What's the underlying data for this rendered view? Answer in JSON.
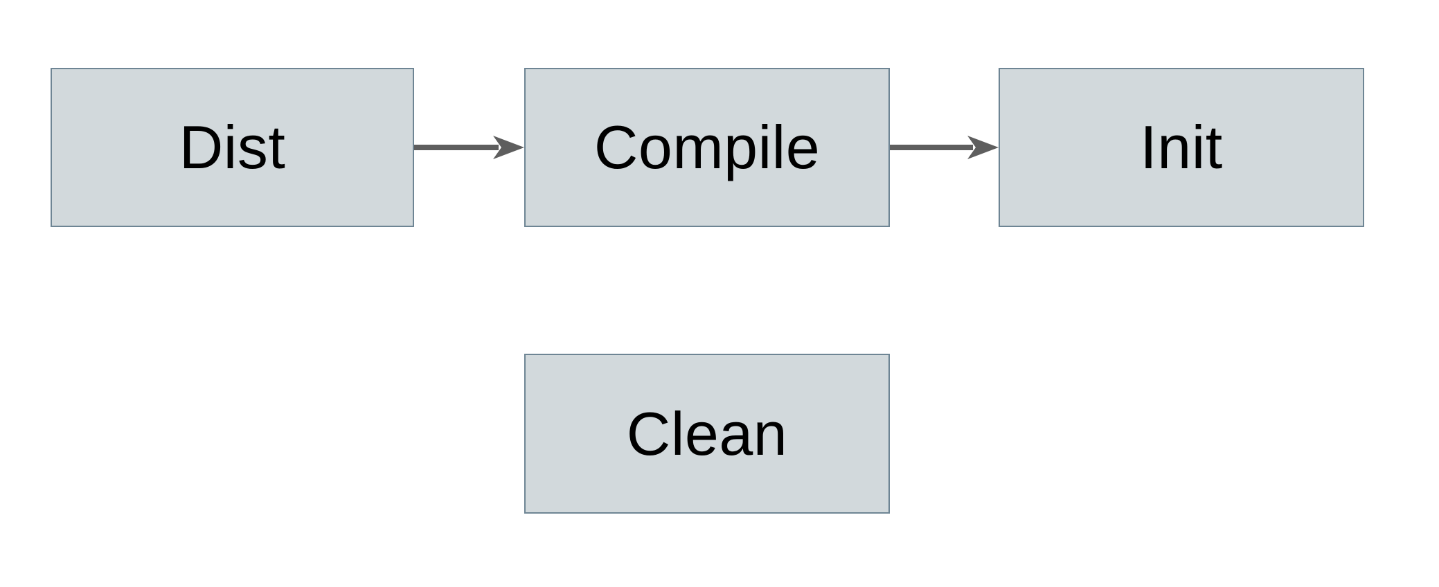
{
  "diagram": {
    "type": "flowchart",
    "background_color": "#ffffff",
    "node_fill_color": "#d2d9dc",
    "node_border_color": "#6e8594",
    "arrow_color": "#5e5e5e",
    "text_color": "#000000",
    "nodes": [
      {
        "id": "dist",
        "label": "Dist"
      },
      {
        "id": "compile",
        "label": "Compile"
      },
      {
        "id": "init",
        "label": "Init"
      },
      {
        "id": "clean",
        "label": "Clean"
      }
    ],
    "edges": [
      {
        "from": "Dist",
        "to": "Compile",
        "style": "arrow"
      },
      {
        "from": "Compile",
        "to": "Init",
        "style": "arrow"
      }
    ]
  }
}
